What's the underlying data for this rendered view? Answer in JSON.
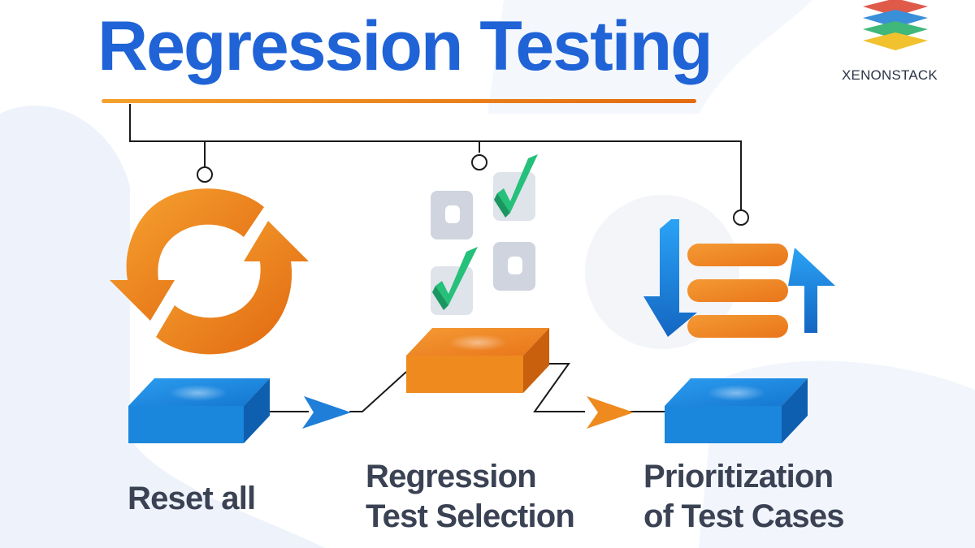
{
  "title": "Regression Testing",
  "logo": {
    "text": "XENONSTACK",
    "icon": "stacked-layers-logo-icon"
  },
  "steps": [
    {
      "id": "reset",
      "lines": [
        "Reset all"
      ],
      "icon": "refresh-cycle-icon",
      "block_color": "#1a86dc"
    },
    {
      "id": "selection",
      "lines": [
        "Regression",
        "Test Selection"
      ],
      "icon": "checkbox-selection-icon",
      "block_color": "#ee8a1e"
    },
    {
      "id": "prioritization",
      "lines": [
        "Prioritization",
        "of Test Cases"
      ],
      "icon": "sort-list-icon",
      "block_color": "#1a86dc"
    }
  ],
  "colors": {
    "title": "#1f63d6",
    "accent_orange": "#ee8a1e",
    "accent_blue": "#1a86dc",
    "check_green": "#25c07a",
    "caption": "#3a4254"
  }
}
